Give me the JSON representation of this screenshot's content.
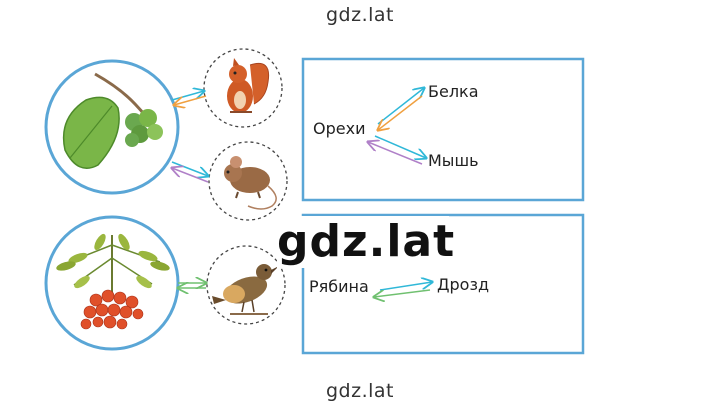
{
  "watermark_top": "gdz.lat",
  "watermark_center": "gdz.lat",
  "watermark_bottom": "gdz.lat",
  "top_diagram": {
    "source": "Орехи",
    "targets": [
      "Белка",
      "Мышь"
    ]
  },
  "bottom_diagram": {
    "source": "Рябина",
    "target": "Дрозд"
  },
  "colors": {
    "frame_blue": "#5aa6d6",
    "arrow_orange": "#f0a040",
    "arrow_cyan": "#30b8d8",
    "arrow_purple": "#b080c8",
    "arrow_green": "#70c070"
  },
  "icons": [
    "hazel-branch-icon",
    "squirrel-icon",
    "mouse-icon",
    "rowan-branch-icon",
    "thrush-bird-icon"
  ]
}
